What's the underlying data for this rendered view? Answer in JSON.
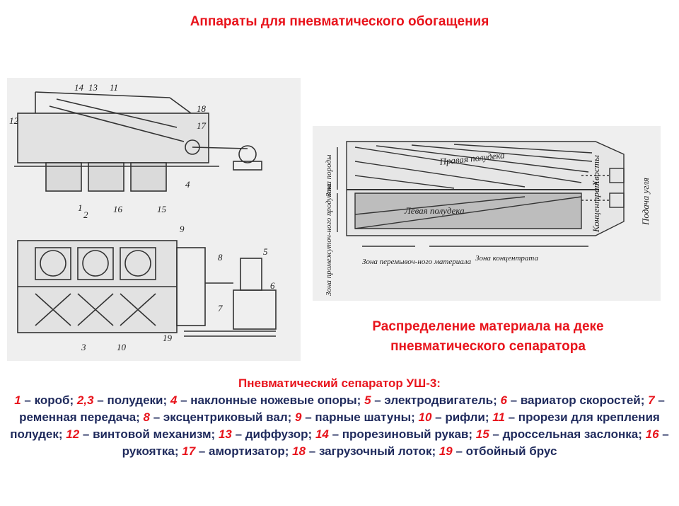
{
  "title": "Аппараты для пневматического обогащения",
  "figure1": {
    "top_labels": [
      "14",
      "13",
      "11",
      "18",
      "12",
      "17",
      "4",
      "1",
      "16",
      "15"
    ],
    "bottom_labels": [
      "2",
      "9",
      "8",
      "5",
      "6",
      "7",
      "3",
      "10",
      "19"
    ]
  },
  "figure2": {
    "deck_labels": {
      "right_half": "Правая полудека",
      "left_half": "Левая полудека",
      "tailings": "Хвосты",
      "concentrate": "Концентрат",
      "coal_feed": "Подача угля"
    },
    "zones": {
      "rock": "Зона породы",
      "intermediate": "Зона промежуточ-ного продукта",
      "middling": "Зона перемывоч-ного материала",
      "concentrate": "Зона концентрата"
    }
  },
  "subtitle_line1": "Распределение материала на деке",
  "subtitle_line2": "пневматического сепаратора",
  "legend": {
    "title": "Пневматический сепаратор УШ-3:",
    "items": [
      {
        "num": "1",
        "text": "короб"
      },
      {
        "num": "2,3",
        "text": "полудеки"
      },
      {
        "num": "4",
        "text": "наклонные ножевые опоры"
      },
      {
        "num": "5",
        "text": "электродвигатель"
      },
      {
        "num": "6",
        "text": "вариатор скоростей"
      },
      {
        "num": "7",
        "text": "ременная передача"
      },
      {
        "num": "8",
        "text": "эксцентриковый вал"
      },
      {
        "num": "9",
        "text": "парные шатуны"
      },
      {
        "num": "10",
        "text": "рифли"
      },
      {
        "num": "11",
        "text": "прорези для крепления полудек"
      },
      {
        "num": "12",
        "text": "винтовой механизм"
      },
      {
        "num": "13",
        "text": "диффузор"
      },
      {
        "num": "14",
        "text": "прорезиновый рукав"
      },
      {
        "num": "15",
        "text": "дроссельная заслонка"
      },
      {
        "num": "16",
        "text": "рукоятка"
      },
      {
        "num": "17",
        "text": "амортизатор"
      },
      {
        "num": "18",
        "text": "загрузочный лоток"
      },
      {
        "num": "19",
        "text": "отбойный брус"
      }
    ]
  },
  "colors": {
    "accent": "#e8141c",
    "text": "#1f2a5c"
  }
}
